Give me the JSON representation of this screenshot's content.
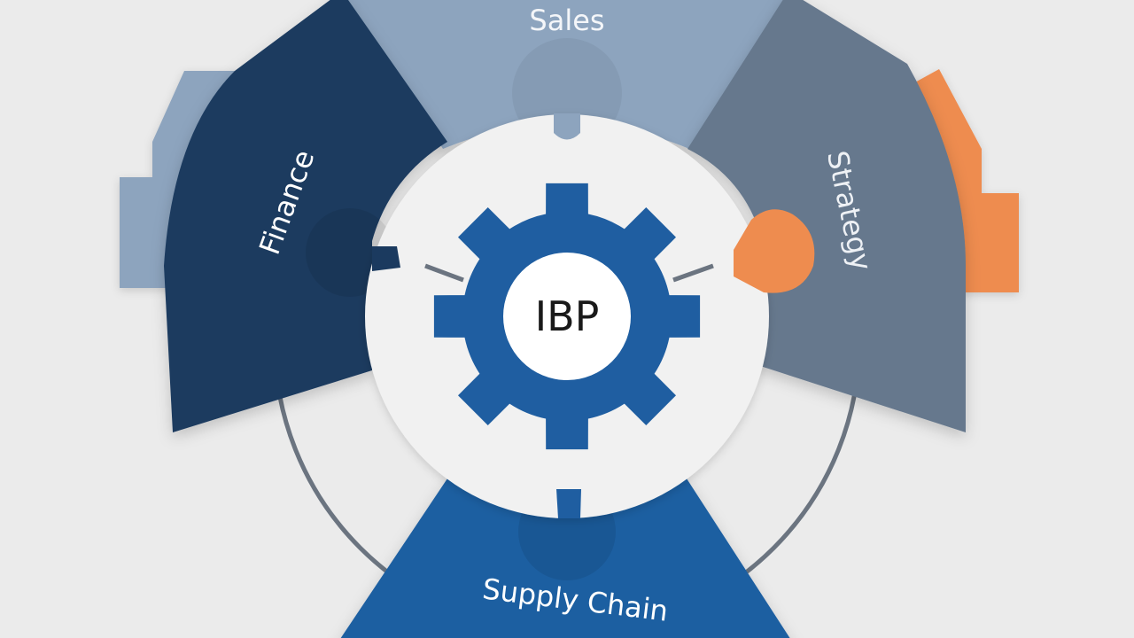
{
  "diagram": {
    "center_label": "IBP",
    "segments": [
      {
        "id": "sales",
        "label": "Sales",
        "color": "#8da4be",
        "text_color": "#f4f6f9"
      },
      {
        "id": "strategy",
        "label": "Strategy",
        "color": "#66788d",
        "text_color": "#eef1f5"
      },
      {
        "id": "supply-chain",
        "label": "Supply Chain",
        "color": "#1f5ea1",
        "text_color": "#ffffff"
      },
      {
        "id": "finance",
        "label": "Finance",
        "color": "#1b3a5f",
        "text_color": "#ffffff"
      }
    ],
    "accent_colors": {
      "gear": "#1f5ea1",
      "finance_tab": "#8da4be",
      "strategy_tab": "#ee8c4f",
      "ring": "#6b7480"
    }
  }
}
